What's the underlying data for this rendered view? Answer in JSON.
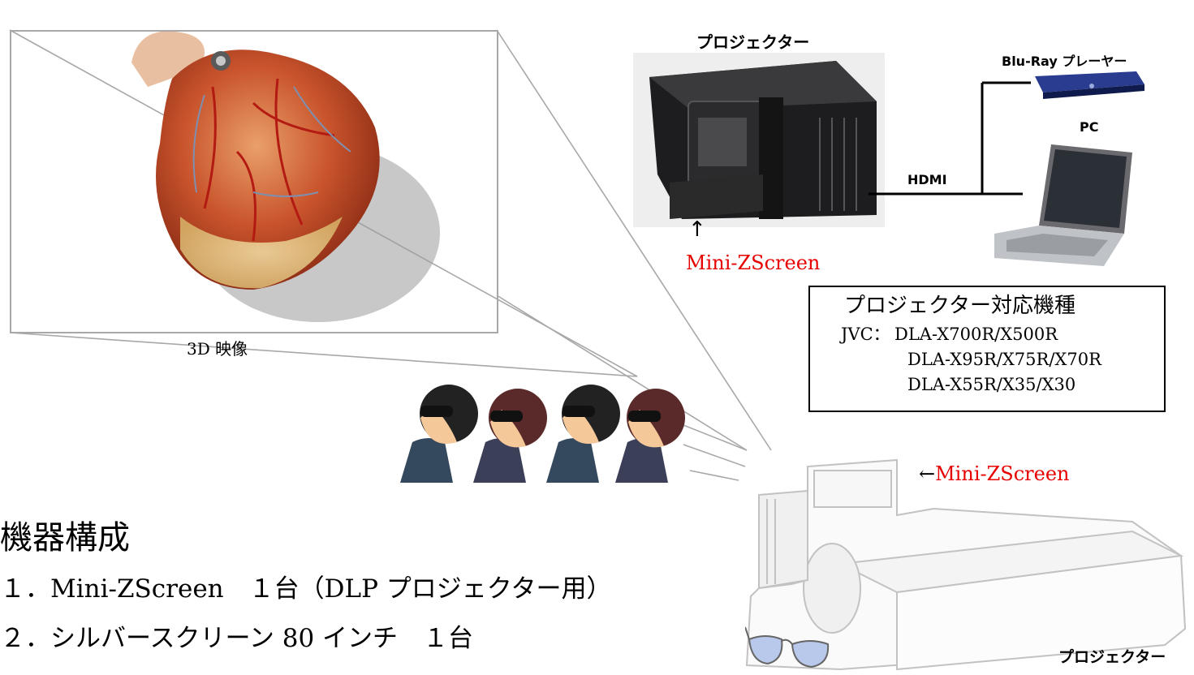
{
  "screen_caption": "3D 映像",
  "projector_top_label": "プロジェクター",
  "bluray_label": "Blu-Ray プレーヤー",
  "pc_label": "PC",
  "hdmi_label": "HDMI",
  "arrow_up": "↑",
  "mini_zscreen_label": "Mini-ZScreen",
  "compat_box": {
    "title": "プロジェクター対応機種",
    "maker": "JVC：",
    "models": [
      "DLA-X700R/X500R",
      "DLA-X95R/X75R/X70R",
      "DLA-X55R/X35/X30"
    ]
  },
  "mini_zscreen_arrow_label": {
    "arrow": "←",
    "name": "Mini-ZScreen"
  },
  "projector_bottom_label": "プロジェクター",
  "equipment": {
    "heading": "機器構成",
    "items": [
      "１．Mini-ZScreen　１台（DLP プロジェクター用）",
      "２．シルバースクリーン 80 インチ　１台"
    ]
  },
  "colors": {
    "accent_red": "#e60000",
    "line_gray": "#a8a8a8",
    "box_border": "#000000"
  }
}
